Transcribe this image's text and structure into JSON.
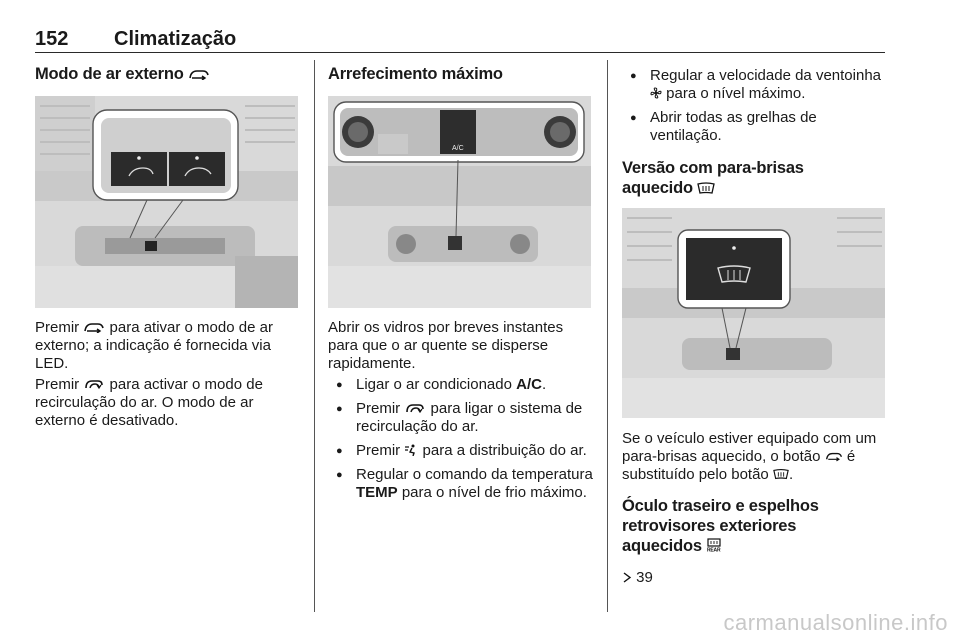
{
  "header": {
    "page_number": "152",
    "title": "Climatização"
  },
  "col1": {
    "heading": "Modo de ar externo",
    "p1_a": "Premir",
    "p1_b": "para ativar o modo de ar externo; a indicação é fornecida via LED.",
    "p2_a": "Premir",
    "p2_b": "para activar o modo de recirculação do ar. O modo de ar externo é desativado."
  },
  "col2": {
    "heading": "Arrefecimento máximo",
    "intro": "Abrir os vidros por breves instantes para que o ar quente se disperse rapidamente.",
    "b1_a": "Ligar o ar condicionado",
    "b1_b": "A/C",
    "b1_c": ".",
    "b2_a": "Premir",
    "b2_b": "para ligar o sistema de recirculação do ar.",
    "b3_a": "Premir",
    "b3_b": "para a distribuição do ar.",
    "b4_a": "Regular o comando da temperatura",
    "b4_b": "TEMP",
    "b4_c": "para o nível de frio máximo."
  },
  "col3": {
    "b1_a": "Regular a velocidade da ventoinha",
    "b1_b": "para o nível máximo.",
    "b2": "Abrir todas as grelhas de ventilação.",
    "heading1_l1": "Versão com para-brisas",
    "heading1_l2": "aquecido",
    "p1_a": "Se o veículo estiver equipado com um para-brisas aquecido, o botão",
    "p1_b": "é substituído pelo botão",
    "p1_c": ".",
    "heading2_l1": "Óculo traseiro e espelhos",
    "heading2_l2": "retrovisores exteriores",
    "heading2_l3": "aquecidos",
    "ref": "39"
  },
  "watermark": "carmanualsonline.info",
  "icons": [
    "external-air-icon",
    "recirculation-icon",
    "air-distribution-icon",
    "fan-icon",
    "heated-windscreen-icon",
    "rear-window-heating-icon",
    "reference-arrow-icon"
  ]
}
